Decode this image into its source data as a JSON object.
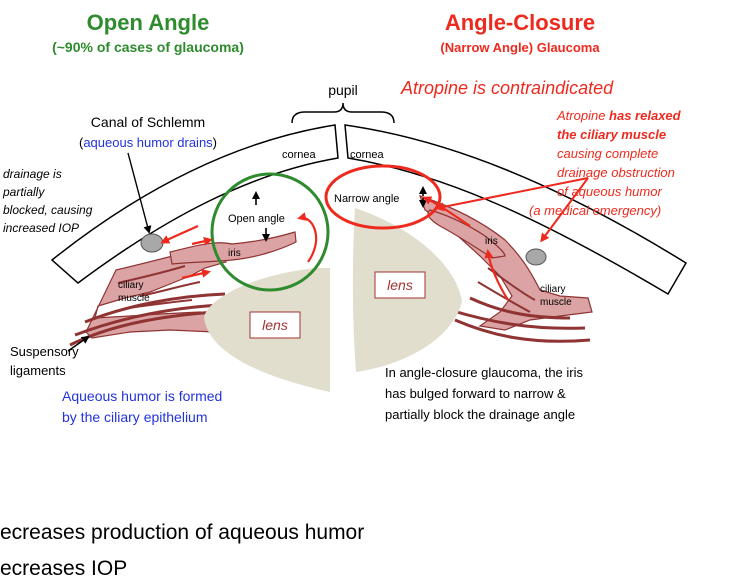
{
  "left_header": {
    "title": "Open Angle",
    "subtitle": "(~90% of cases of glaucoma)"
  },
  "right_header": {
    "title": "Angle-Closure",
    "subtitle": "(Narrow Angle) Glaucoma",
    "warning": "Atropine is contraindicated"
  },
  "labels": {
    "pupil": "pupil",
    "canal_title": "Canal of Schlemm",
    "canal_paren_open": "(",
    "canal_note": "aqueous humor drains",
    "canal_paren_close": ")",
    "drainage": [
      "drainage is",
      "partially",
      "blocked, causing",
      "increased IOP"
    ],
    "cornea_left": "cornea",
    "cornea_right": "cornea",
    "open_angle": "Open angle",
    "narrow_angle": "Narrow angle",
    "iris_left": "iris",
    "iris_right": "iris",
    "ciliary_left": [
      "ciliary",
      "muscle"
    ],
    "ciliary_right": [
      "ciliary",
      "muscle"
    ],
    "lens_left": "lens",
    "lens_right": "lens",
    "suspensory": [
      "Suspensory",
      "ligaments"
    ],
    "aqueous_formed": [
      "Aqueous humor is formed",
      "by the ciliary epithelium"
    ],
    "closure_note": [
      "In angle-closure glaucoma, the iris",
      "has bulged forward to narrow &",
      "partially block the drainage angle"
    ]
  },
  "atropine_note": {
    "line1": "Atropine ",
    "line1_bold": "has relaxed",
    "line2": "the ciliary muscle",
    "rest": [
      "causing complete",
      "drainage obstruction",
      "of aqueous humor",
      "(a medical emergency)"
    ]
  },
  "bottom_text": [
    "ecreases production of aqueous humor",
    "ecreases IOP"
  ],
  "colors": {
    "green": "#2e8b2e",
    "red": "#ee2a1e",
    "blue": "#2233dd",
    "tissue": "#dba3a3",
    "tissue_line": "#8f3333",
    "lens": "#e2dece"
  }
}
